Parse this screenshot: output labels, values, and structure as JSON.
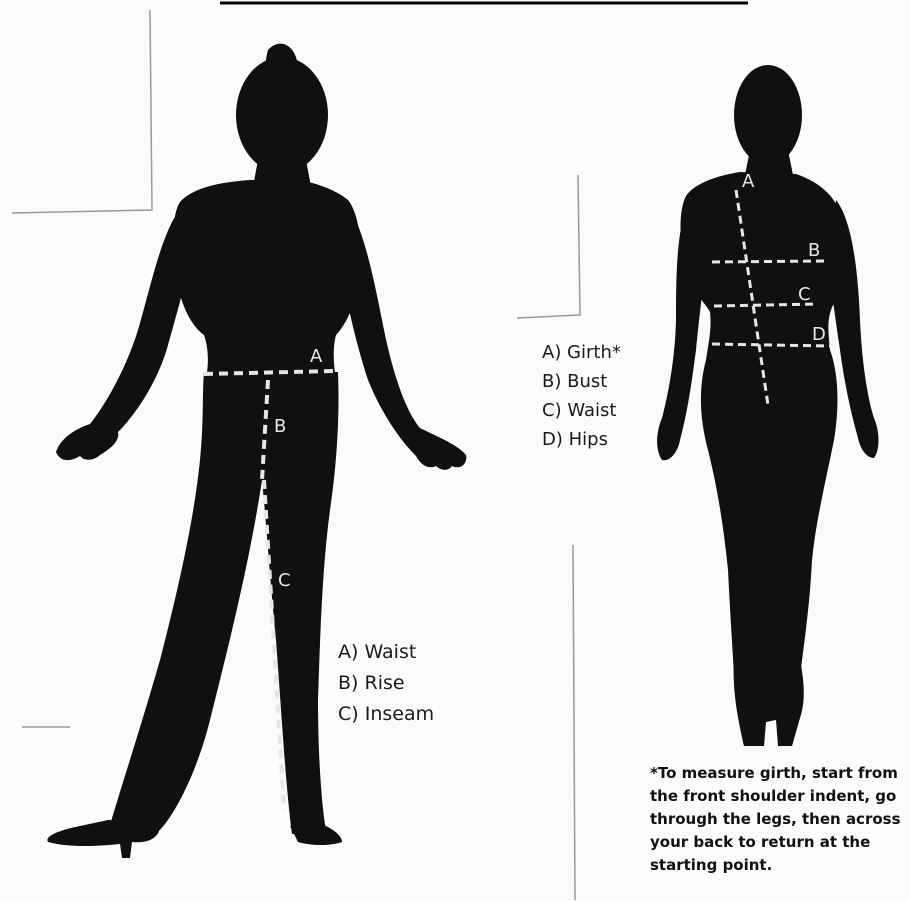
{
  "left_figure": {
    "markers": {
      "a": "A",
      "b": "B",
      "c": "C"
    },
    "legend": [
      "A) Waist",
      "B) Rise",
      "C) Inseam"
    ]
  },
  "right_figure": {
    "markers": {
      "a": "A",
      "b": "B",
      "c": "C",
      "d": "D"
    },
    "legend": [
      "A) Girth*",
      "B) Bust",
      "C) Waist",
      "D) Hips"
    ]
  },
  "footnote": "*To measure girth, start from the front shoulder indent, go through the legs, then across your back to return at the starting point.",
  "colors": {
    "silhouette": "#101010",
    "measure_line": "#e6e6e6",
    "background": "#fbfbfb"
  }
}
